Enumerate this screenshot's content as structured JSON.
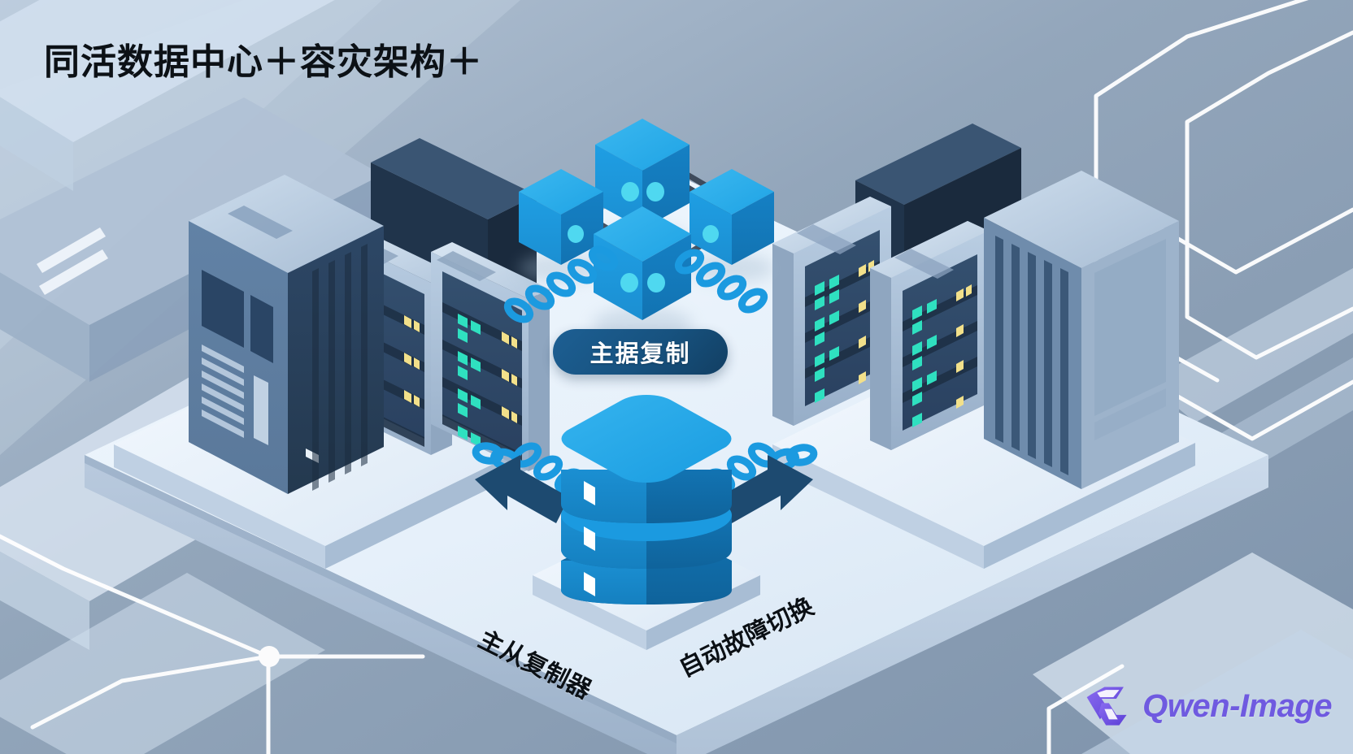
{
  "title": "同活数据中心＋容灾架构＋",
  "center_badge": {
    "label": "主据复制"
  },
  "floor_labels": {
    "left": "主从复制器",
    "right": "自动故障切换"
  },
  "watermark": {
    "text": "Qwen-Image",
    "logo_icon": "qwen-logo-icon"
  },
  "scene": {
    "description": "isometric dual-active data center disaster-recovery architecture illustration",
    "left_data_center": {
      "name": "left-datacenter-building",
      "racks": 3
    },
    "right_data_center": {
      "name": "right-datacenter-building",
      "racks": 3
    },
    "blockchain_cluster": {
      "name": "blockchain-node-cluster",
      "nodes": 4
    },
    "database": {
      "name": "central-database-cylinder",
      "layers": 3
    },
    "chains": {
      "name": "replication-chain-links",
      "count": 4
    },
    "arrows": {
      "left": "failover-arrow-left",
      "right": "failover-arrow-right"
    }
  },
  "colors": {
    "background": "#8fa2b8",
    "background_light": "#c3d2e2",
    "platform": "#e8f1f9",
    "accent_blue": "#1b9ae0",
    "node_blue": "#1f9ee3",
    "deep_blue": "#17527f",
    "rack_dark": "#2a4263",
    "led_teal": "#2fe0c0",
    "led_yellow": "#f2e08a",
    "watermark_purple": "#6f5ae0",
    "title_black": "#0c1116"
  }
}
